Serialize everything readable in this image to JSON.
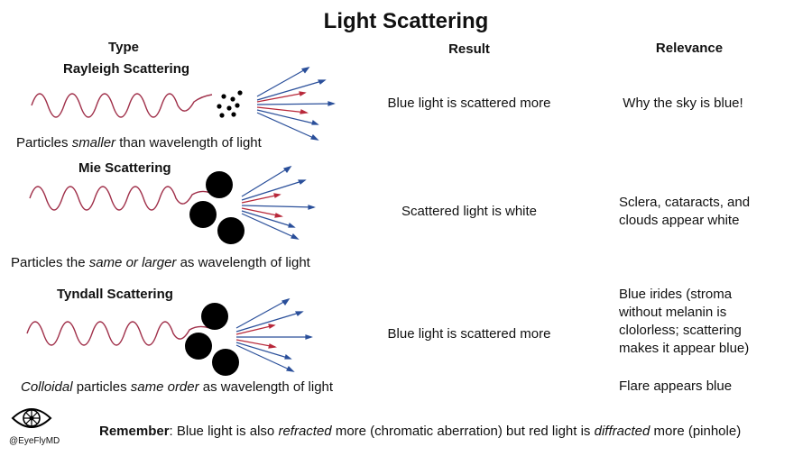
{
  "title": "Light Scattering",
  "headers": {
    "type": "Type",
    "result": "Result",
    "relevance": "Relevance"
  },
  "rows": [
    {
      "name": "Rayleigh Scattering",
      "caption": [
        {
          "text": "Particles ",
          "italic": false
        },
        {
          "text": "smaller",
          "italic": true
        },
        {
          "text": " than wavelength of light",
          "italic": false
        }
      ],
      "result": "Blue light is scattered more",
      "relevance": [
        "Why the sky is blue!"
      ]
    },
    {
      "name": "Mie Scattering",
      "caption": [
        {
          "text": "Particles the ",
          "italic": false
        },
        {
          "text": "same or larger",
          "italic": true
        },
        {
          "text": " as wavelength of light",
          "italic": false
        }
      ],
      "result": "Scattered light is white",
      "relevance": [
        "Sclera, cataracts, and",
        "clouds appear white"
      ]
    },
    {
      "name": "Tyndall Scattering",
      "caption": [
        {
          "text": "Colloidal",
          "italic": true
        },
        {
          "text": " particles ",
          "italic": false
        },
        {
          "text": "same order",
          "italic": true
        },
        {
          "text": " as wavelength of light",
          "italic": false
        }
      ],
      "result": "Blue light is scattered more",
      "relevance": [
        "Blue irides (stroma",
        "without melanin is",
        "clolorless; scattering",
        "makes it appear blue)"
      ],
      "relevance_extra": "Flare appears blue"
    }
  ],
  "remember": [
    {
      "text": "Remember",
      "bold": true
    },
    {
      "text": ": Blue light is also ",
      "bold": false
    },
    {
      "text": "refracted",
      "italic": true
    },
    {
      "text": " more (chromatic aberration) but red light is ",
      "bold": false
    },
    {
      "text": "diffracted",
      "italic": true
    },
    {
      "text": " more (pinhole)",
      "bold": false
    }
  ],
  "logo": {
    "handle": "@EyeFlyMD",
    "icon": "eye-logo-icon"
  },
  "colors": {
    "wave": "#a0304a",
    "blue_ray": "#2a4f9a",
    "red_ray": "#b8283a",
    "particle": "#000000"
  }
}
